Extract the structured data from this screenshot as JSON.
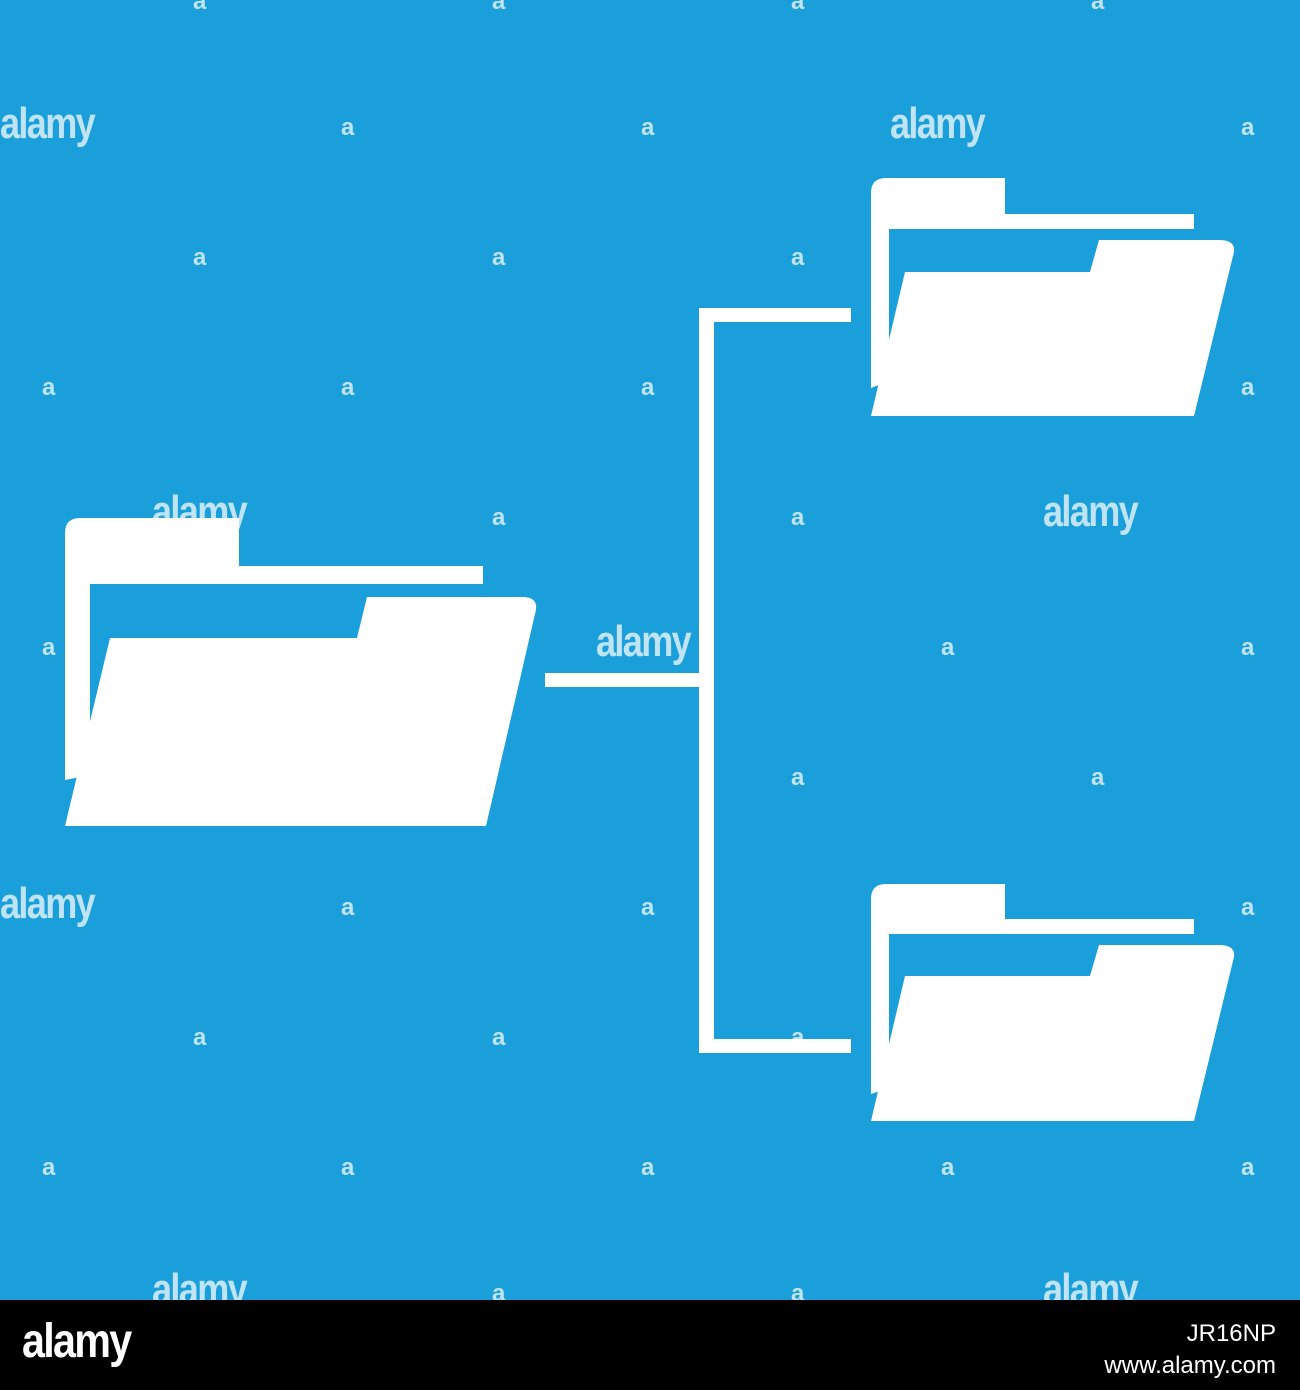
{
  "colors": {
    "background": "#1b9fda",
    "icon": "#ffffff",
    "footer": "#000000"
  },
  "icons": [
    "folder-icon",
    "folder-icon",
    "folder-icon",
    "tree-connector"
  ],
  "watermark": {
    "word": "alamy",
    "letter": "a"
  },
  "footer": {
    "logo": "alamy",
    "image_id": "JR16NP",
    "url": "www.alamy.com"
  }
}
